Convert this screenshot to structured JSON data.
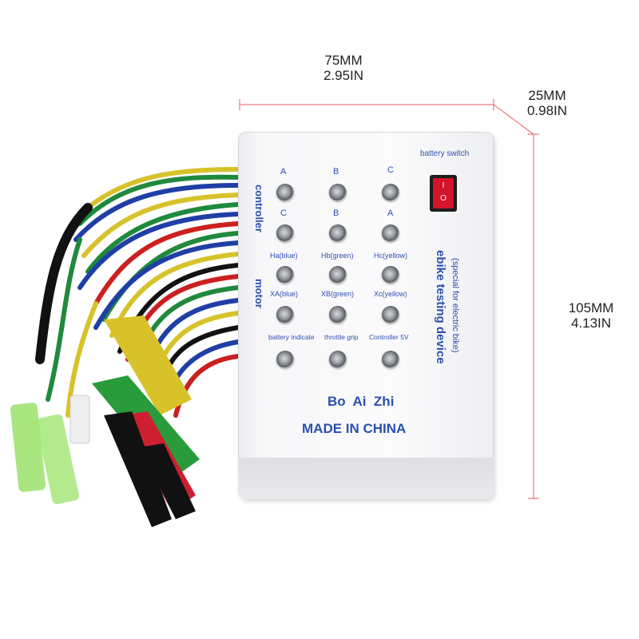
{
  "dimensions": {
    "width_mm": "75MM",
    "width_in": "2.95IN",
    "depth_mm": "25MM",
    "depth_in": "0.98IN",
    "height_mm": "105MM",
    "height_in": "4.13IN"
  },
  "device": {
    "battery_switch": "battery switch",
    "switch_on": "I",
    "switch_off": "O",
    "side_controller": "controller",
    "side_motor": "motor",
    "side_title": "ebike testing device",
    "side_subtitle": "(special for electric bike)",
    "brand": "Bo  Ai  Zhi",
    "made_in": "MADE IN CHINA",
    "row1_labels": [
      "A",
      "B",
      "C"
    ],
    "row2_labels": [
      "C",
      "B",
      "A"
    ],
    "row3_labels": [
      "Ha(blue)",
      "Hb(green)",
      "Hc(yellow)"
    ],
    "row4_labels": [
      "XA(blue)",
      "XB(green)",
      "Xc(yellow)"
    ],
    "row5_labels": [
      "battery indicate",
      "throttle grip",
      "Controller 5V"
    ]
  },
  "colors": {
    "label_blue": "#2b4fae",
    "dimension_line": "#e06060",
    "switch_red": "#d2152a"
  }
}
